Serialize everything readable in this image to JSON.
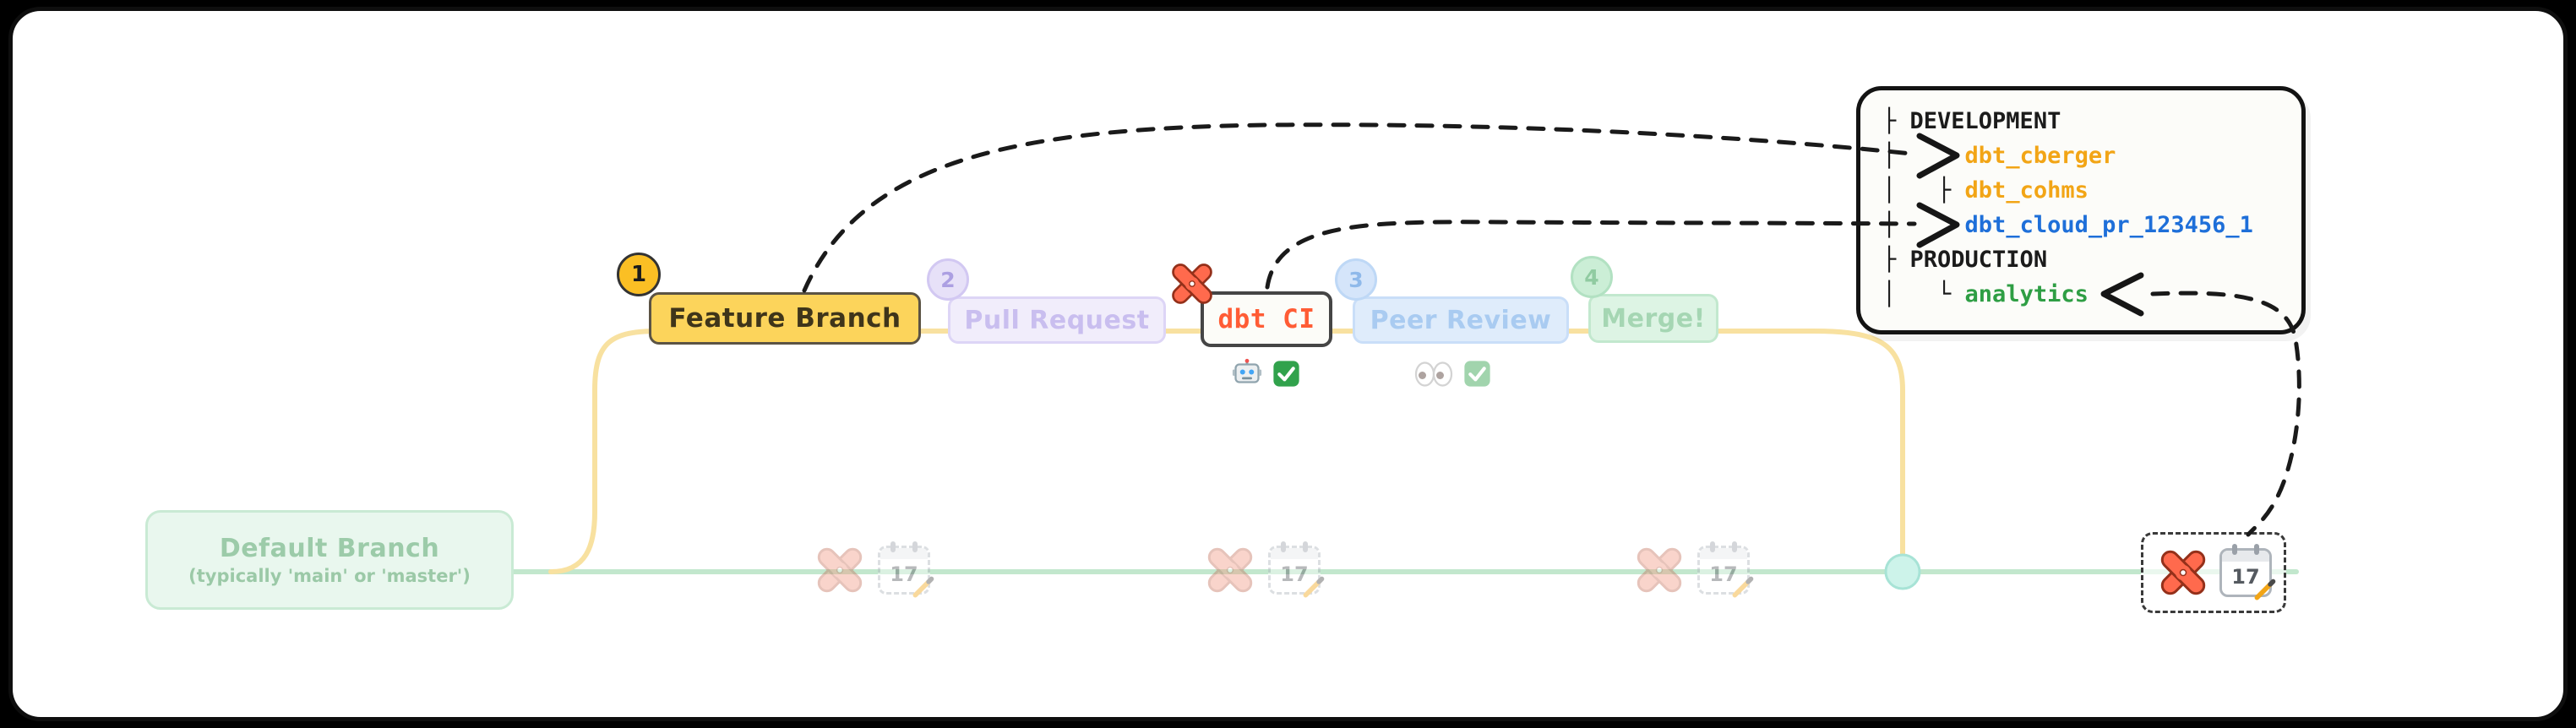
{
  "default_branch": {
    "title": "Default Branch",
    "subtitle": "(typically 'main' or 'master')"
  },
  "steps": {
    "feature": {
      "num": "1",
      "label": "Feature Branch"
    },
    "pull_request": {
      "num": "2",
      "label": "Pull Request"
    },
    "dbt_ci": {
      "label": "dbt CI"
    },
    "peer_review": {
      "num": "3",
      "label": "Peer Review"
    },
    "merge": {
      "num": "4",
      "label": "Merge!"
    }
  },
  "calendar": {
    "day": "17"
  },
  "panel": {
    "rows": [
      {
        "prefix": "├ ",
        "label": "DEVELOPMENT",
        "color": "#1b1b1b"
      },
      {
        "prefix": "│     ",
        "label": "dbt_cberger",
        "color": "#F2A516"
      },
      {
        "prefix": "│   ├ ",
        "label": "dbt_cohms",
        "color": "#F2A516"
      },
      {
        "prefix": "│     ",
        "label": "dbt_cloud_pr_123456_1",
        "color": "#1E6FD9"
      },
      {
        "prefix": "├ ",
        "label": "PRODUCTION",
        "color": "#1b1b1b"
      },
      {
        "prefix": "│   └ ",
        "label": "analytics",
        "color": "#2E9E44"
      }
    ]
  },
  "icons": {
    "dbt_logo": "dbt-logo-icon",
    "calendar": "calendar-icon",
    "robot": "robot-icon",
    "check": "check-icon",
    "eyes": "eyes-icon",
    "pencil": "pencil-icon"
  },
  "colors": {
    "accent_yellow": "#FBBF24",
    "dbt_orange": "#FF5C35",
    "line_green": "#C2E7CD",
    "line_yellow": "#F8E1A0",
    "ink": "#1a1a1a"
  }
}
